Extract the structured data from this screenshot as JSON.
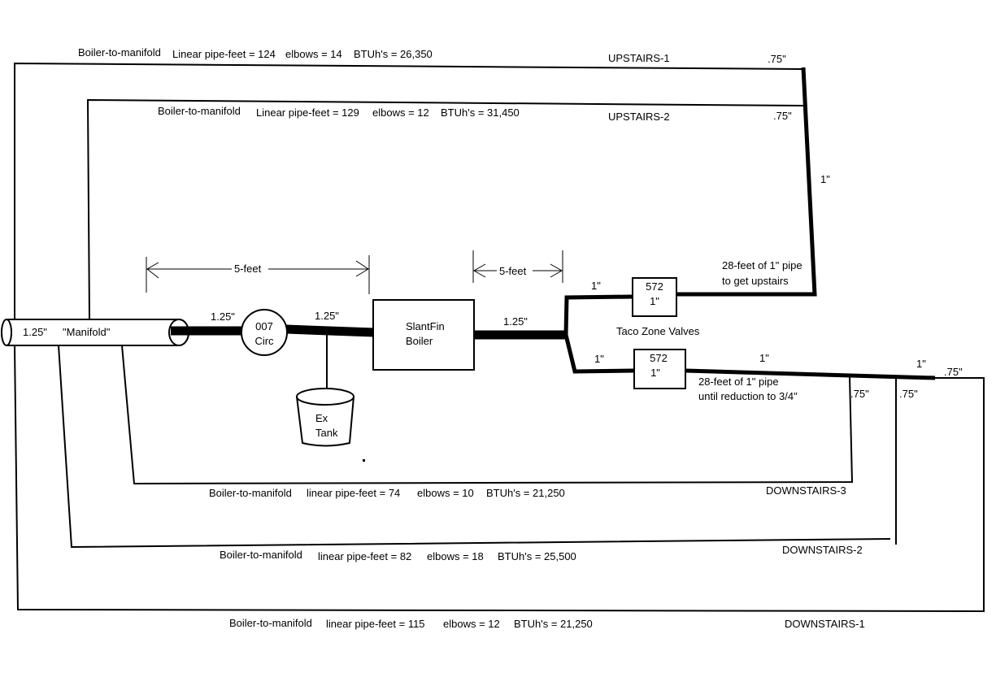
{
  "manifold": {
    "size": "1.25\"",
    "label": "\"Manifold\""
  },
  "circulator": {
    "line1": "007",
    "line2": "Circ"
  },
  "boiler": {
    "line1": "SlantFin",
    "line2": "Boiler"
  },
  "ex_tank": {
    "line1": "Ex",
    "line2": "Tank"
  },
  "dimensions": {
    "left": "5-feet",
    "right": "5-feet"
  },
  "pipe_sizes": {
    "manifold_to_circ": "1.25\"",
    "circ_to_boiler": "1.25\"",
    "boiler_out": "1.25\"",
    "upper_branch": "1\"",
    "lower_branch": "1\"",
    "riser": "1\"",
    "lower_run": "1\"",
    "lower_run_end": "1\"",
    "upstairs1": ".75\"",
    "upstairs2": ".75\"",
    "downstairs3": ".75\"",
    "downstairs2": ".75\"",
    "downstairs1": ".75\""
  },
  "zone_valves": {
    "caption": "Taco Zone Valves",
    "upper": {
      "model": "572",
      "size": "1\""
    },
    "lower": {
      "model": "572",
      "size": "1\""
    }
  },
  "notes": {
    "upstairs_line1": "28-feet of 1\" pipe",
    "upstairs_line2": "to get upstairs",
    "downstairs_line1": "28-feet of 1\" pipe",
    "downstairs_line2": "until reduction to 3/4\""
  },
  "zones": [
    {
      "name": "UPSTAIRS-1",
      "route": "Boiler-to-manifold",
      "pipe": "Linear pipe-feet = 124",
      "elbows": "elbows = 14",
      "btu": "BTUh's = 26,350"
    },
    {
      "name": "UPSTAIRS-2",
      "route": "Boiler-to-manifold",
      "pipe": "Linear pipe-feet = 129",
      "elbows": "elbows = 12",
      "btu": "BTUh's = 31,450"
    },
    {
      "name": "DOWNSTAIRS-3",
      "route": "Boiler-to-manifold",
      "pipe": "linear pipe-feet = 74",
      "elbows": "elbows = 10",
      "btu": "BTUh's = 21,250"
    },
    {
      "name": "DOWNSTAIRS-2",
      "route": "Boiler-to-manifold",
      "pipe": "linear pipe-feet = 82",
      "elbows": "elbows = 18",
      "btu": "BTUh's = 25,500"
    },
    {
      "name": "DOWNSTAIRS-1",
      "route": "Boiler-to-manifold",
      "pipe": "linear pipe-feet = 115",
      "elbows": "elbows = 12",
      "btu": "BTUh's = 21,250"
    }
  ]
}
